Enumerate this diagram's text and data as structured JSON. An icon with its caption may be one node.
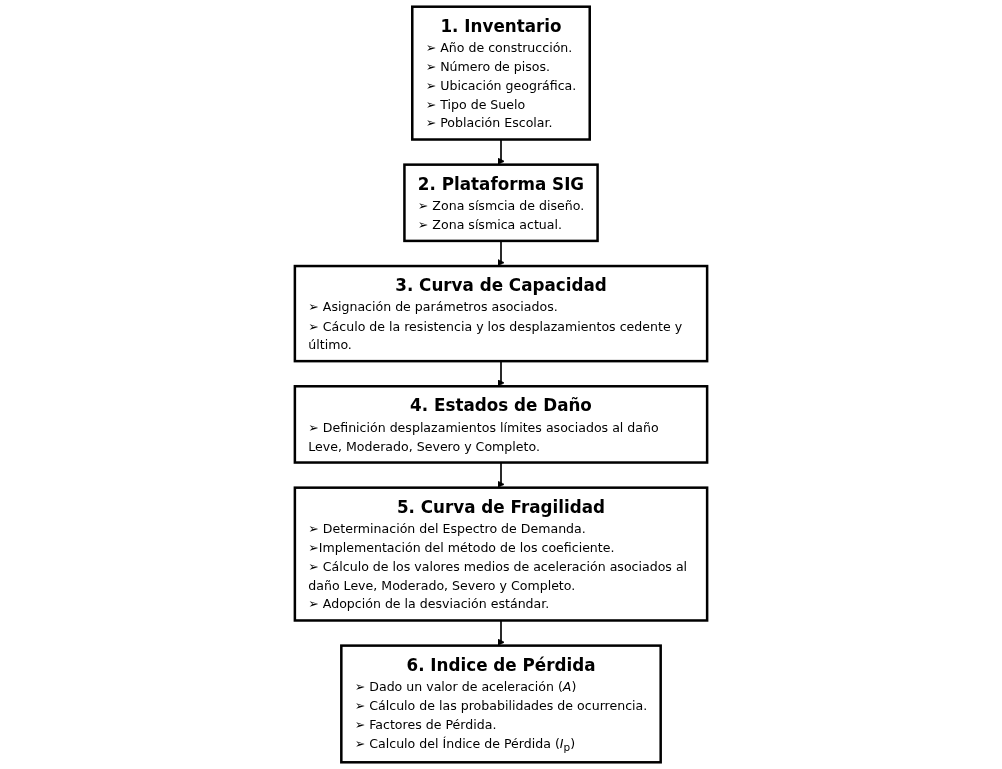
{
  "diagram": {
    "nodes": [
      {
        "text": [
          "1. Inventario",
          "➢ Año de construcción.",
          "➢ Número de pisos.",
          "➢ Ubicación geográfica.",
          "➢ Tipo de Suelo",
          "➢ Población Escolar."
        ]
      },
      {
        "text": [
          "2. Plataforma SIG",
          "➢ Zona sísmcia de diseño.",
          "➢ Zona sísmica actual."
        ]
      },
      {
        "text": [
          "3. Curva de Capacidad",
          "➢ Asignación de parámetros asociados.",
          "➢ Cáculo de la resistencia y los desplazamientos cedente y último."
        ]
      },
      {
        "text": [
          "4. Estados de Daño",
          "➢ Definición desplazamientos límites asociados al daño Leve, Moderado, Severo y Completo."
        ]
      },
      {
        "text": [
          "5. Curva de Fragilidad",
          "➢ Determinación del Espectro de Demanda.",
          "➢Implementación del método de los coeficiente.",
          "➢ Cálculo de los valores medios de aceleración asociados al daño Leve, Moderado, Severo y Completo.",
          "➢ Adopción de la desviación estándar."
        ]
      },
      {
        "text": [
          "6. Indice de Pérdida",
          "➢ Dado un valor de aceleración (*A*)",
          "➢ Cálculo de las probabilidades de ocurrencia.",
          "➢ Factores de Pérdida.",
          "➢ Calculo del Índice de Pérdida (*I*$_{p}$)"
        ]
      }
    ],
    "edges": [
      {
        "from": 0,
        "to": 1,
        "arrow": "to"
      },
      {
        "from": 1,
        "to": 2,
        "arrow": "to"
      },
      {
        "from": 2,
        "to": 3,
        "arrow": "to"
      },
      {
        "from": 3,
        "to": 4,
        "arrow": "to"
      },
      {
        "from": 4,
        "to": 5,
        "arrow": "to"
      }
    ]
  }
}
